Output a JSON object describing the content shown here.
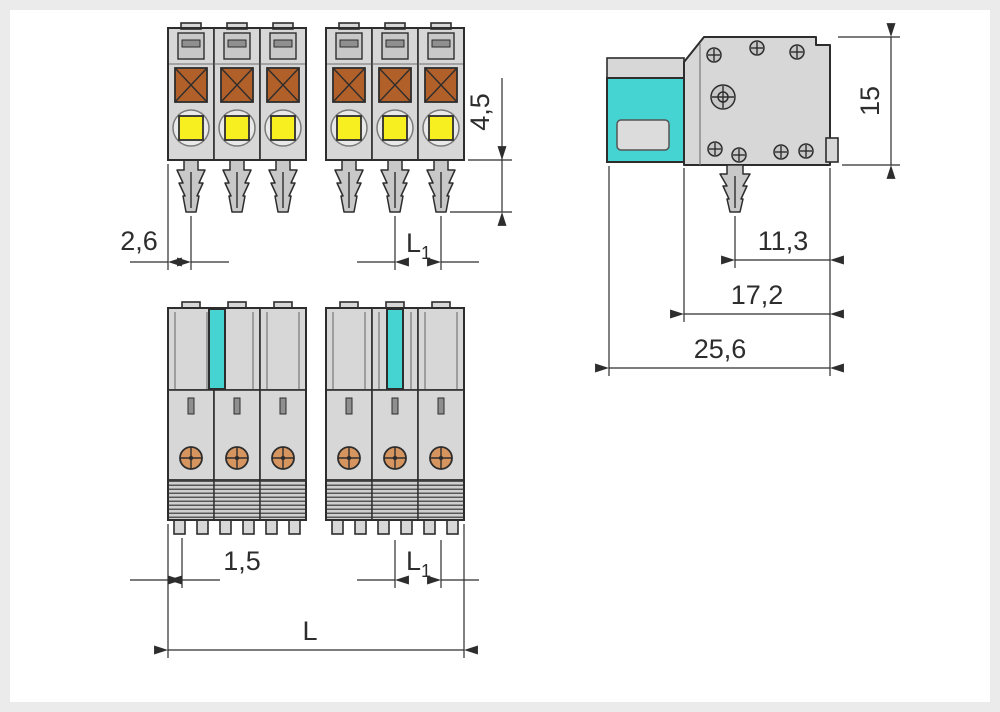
{
  "drawing": {
    "type": "technical-dimension-drawing",
    "subject": "multi-pole push-in female connector, three orthographic views with a broken (shortened) middle section",
    "views": [
      "front-view-with-levers",
      "side-view-with-snap-foot",
      "bottom-view-with-screws"
    ],
    "pole_groups": 2,
    "poles_per_group": 3
  },
  "dims": {
    "front_foot_height": "4,5",
    "front_edge_offset": "2,6",
    "pitch_main": "L",
    "pitch_sub": "1",
    "side_height": "15",
    "side_foot_to_edge": "11,3",
    "side_flange_depth": "17,2",
    "side_total_depth": "25,6",
    "bottom_wall": "1,5",
    "length_main": "L"
  },
  "colors": {
    "background": "#ffffff",
    "frame": "#ebebeb",
    "line": "#2d2d2d",
    "line_soft": "#6f6f6f",
    "housing": "#d7d7d7",
    "gray_mid": "#c8c8c8",
    "cyan": "#45d4d2",
    "yellow": "#f8ef20",
    "clamp": "#b2602a",
    "screw": "#d6955f",
    "socket": "#e9e9e9",
    "slot": "#8f8f8f"
  }
}
